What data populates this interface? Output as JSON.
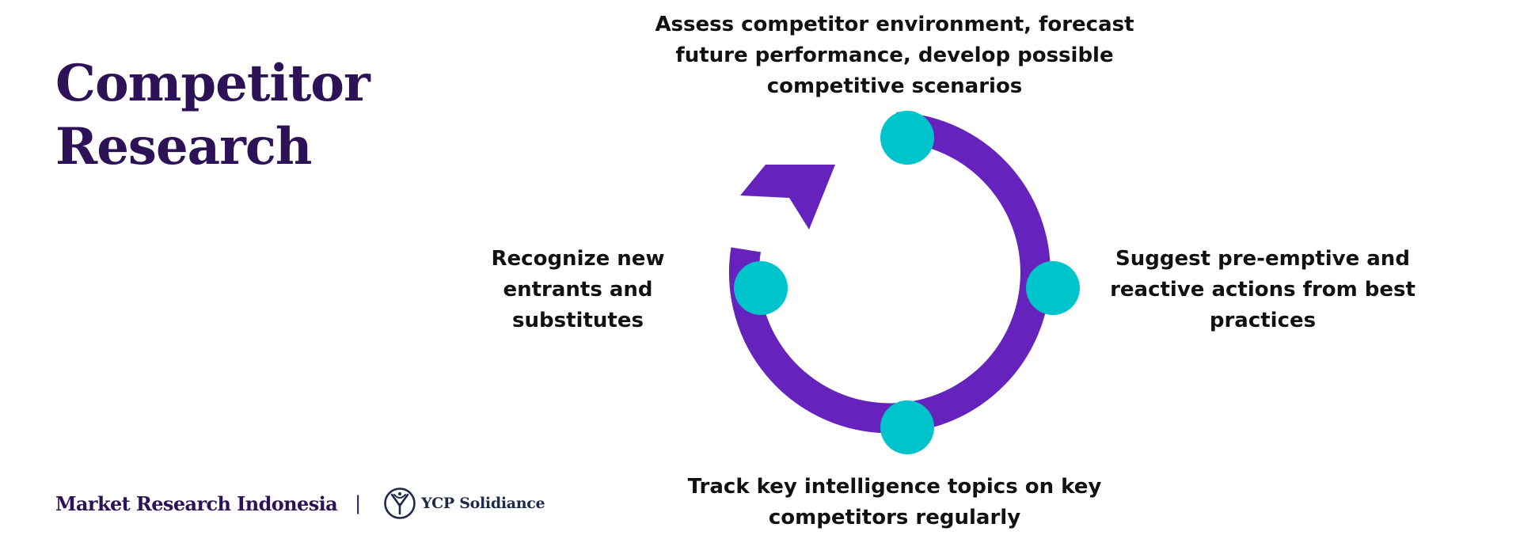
{
  "title": {
    "line1": "Competitor",
    "line2": "Research"
  },
  "cycle": {
    "steps": [
      {
        "id": "top",
        "text": "Assess competitor environment,  forecast future performance, develop possible competitive scenarios"
      },
      {
        "id": "right",
        "text": "Suggest pre-emptive and reactive actions from best practices"
      },
      {
        "id": "bottom",
        "text": "Track key intelligence topics on key competitors regularly"
      },
      {
        "id": "left",
        "text": "Recognize new entrants and substitutes"
      }
    ],
    "colors": {
      "ring": "#6522bd",
      "node": "#00c4cc"
    }
  },
  "footer": {
    "brand": "Market Research Indonesia",
    "separator": "|",
    "logo_icon": "ycp-emblem-icon",
    "logo_text": "YCP Solidiance"
  },
  "colors": {
    "title": "#2e1257",
    "text": "#111111"
  }
}
